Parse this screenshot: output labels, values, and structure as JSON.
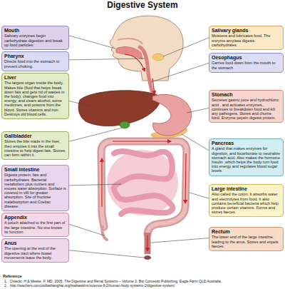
{
  "diagram": {
    "title": "Digestive System",
    "nodes": [
      {
        "text": [
          "Mouth",
          "Salivary enzymes begin carbohydrate digestion and break up food particles."
        ]
      },
      {
        "text": [
          "Salivary glands",
          "Moistens and lubricates food. The enzyme amylase digests carbohydrates."
        ]
      },
      {
        "text": [
          "Pharynx",
          "Directs food into the stomach to prevent choking."
        ]
      },
      {
        "text": [
          "Oesophagus",
          "Carries food down from the mouth to the stomach"
        ]
      },
      {
        "text": [
          "Liver",
          "The largest organ inside the body. Makes bile (fluid that helps break down fats and gets rid of wastes in the body); changes food into energy; and clears alcohol, some medicines, and poisons from the blood. Stores vitamins and iron. Destroys old blood cells."
        ]
      },
      {
        "text": [
          "Stomach",
          "Secretes gastric juice and hydrochloric acid , and activates enzymes., continues to breakdown food and kill any pathogens. Stores and churns food. Enzyme pepsin digests protein."
        ]
      },
      {
        "text": [
          "Gallbladder",
          "Stores the bile made in the liver, then empties it into the small intestine to help digest fats. Stones can form within it."
        ]
      },
      {
        "text": [
          "Pancreas",
          "A gland that makes enzymes for digestion, and bicarbonate to neutralize stomach acid. Also makes the hormone Insulin ,which helps the body turn food into energy and regulates blood sugar levels."
        ]
      },
      {
        "text": [
          "Small intestine",
          "Digests protein, fats and carbohydrates. Bacterial metabolism plus nutrient and excess water absorption. Surface is covered in villi for greater absorption. Site of fructose malabsorption and Coeliac disease."
        ]
      },
      {
        "text": [
          "Large intestine",
          "Also called the colon. It absorbs water and electrolytes from food. It also contains beneficial bacteria which help produce certain vitamins. Forms and stores faeces."
        ]
      },
      {
        "text": [
          "Appendix",
          "A pouch attached to the first part of the large intestine. No one knows its function"
        ]
      },
      {
        "text": [
          "Rectum",
          "The lower end of the large intestine, leading to the anus. Stores and expels faeces."
        ]
      },
      {
        "text": [
          "Anus",
          "The opening at the end of the digestive tract where bowel movements leave the body."
        ]
      }
    ],
    "labels": [
      "Reference",
      "1.",
      "Osiecki, H & Meeke, F, MD, 2005. The Digestive and Renal Systems – Volume 2. Bio Concepts Publishing, Eagle Farm QLD Australia.",
      "2.",
      "http://teachers.concordiashanghai.org/lisahawkins/science-8-2/human-body-systems-2/digestive-system/"
    ]
  }
}
